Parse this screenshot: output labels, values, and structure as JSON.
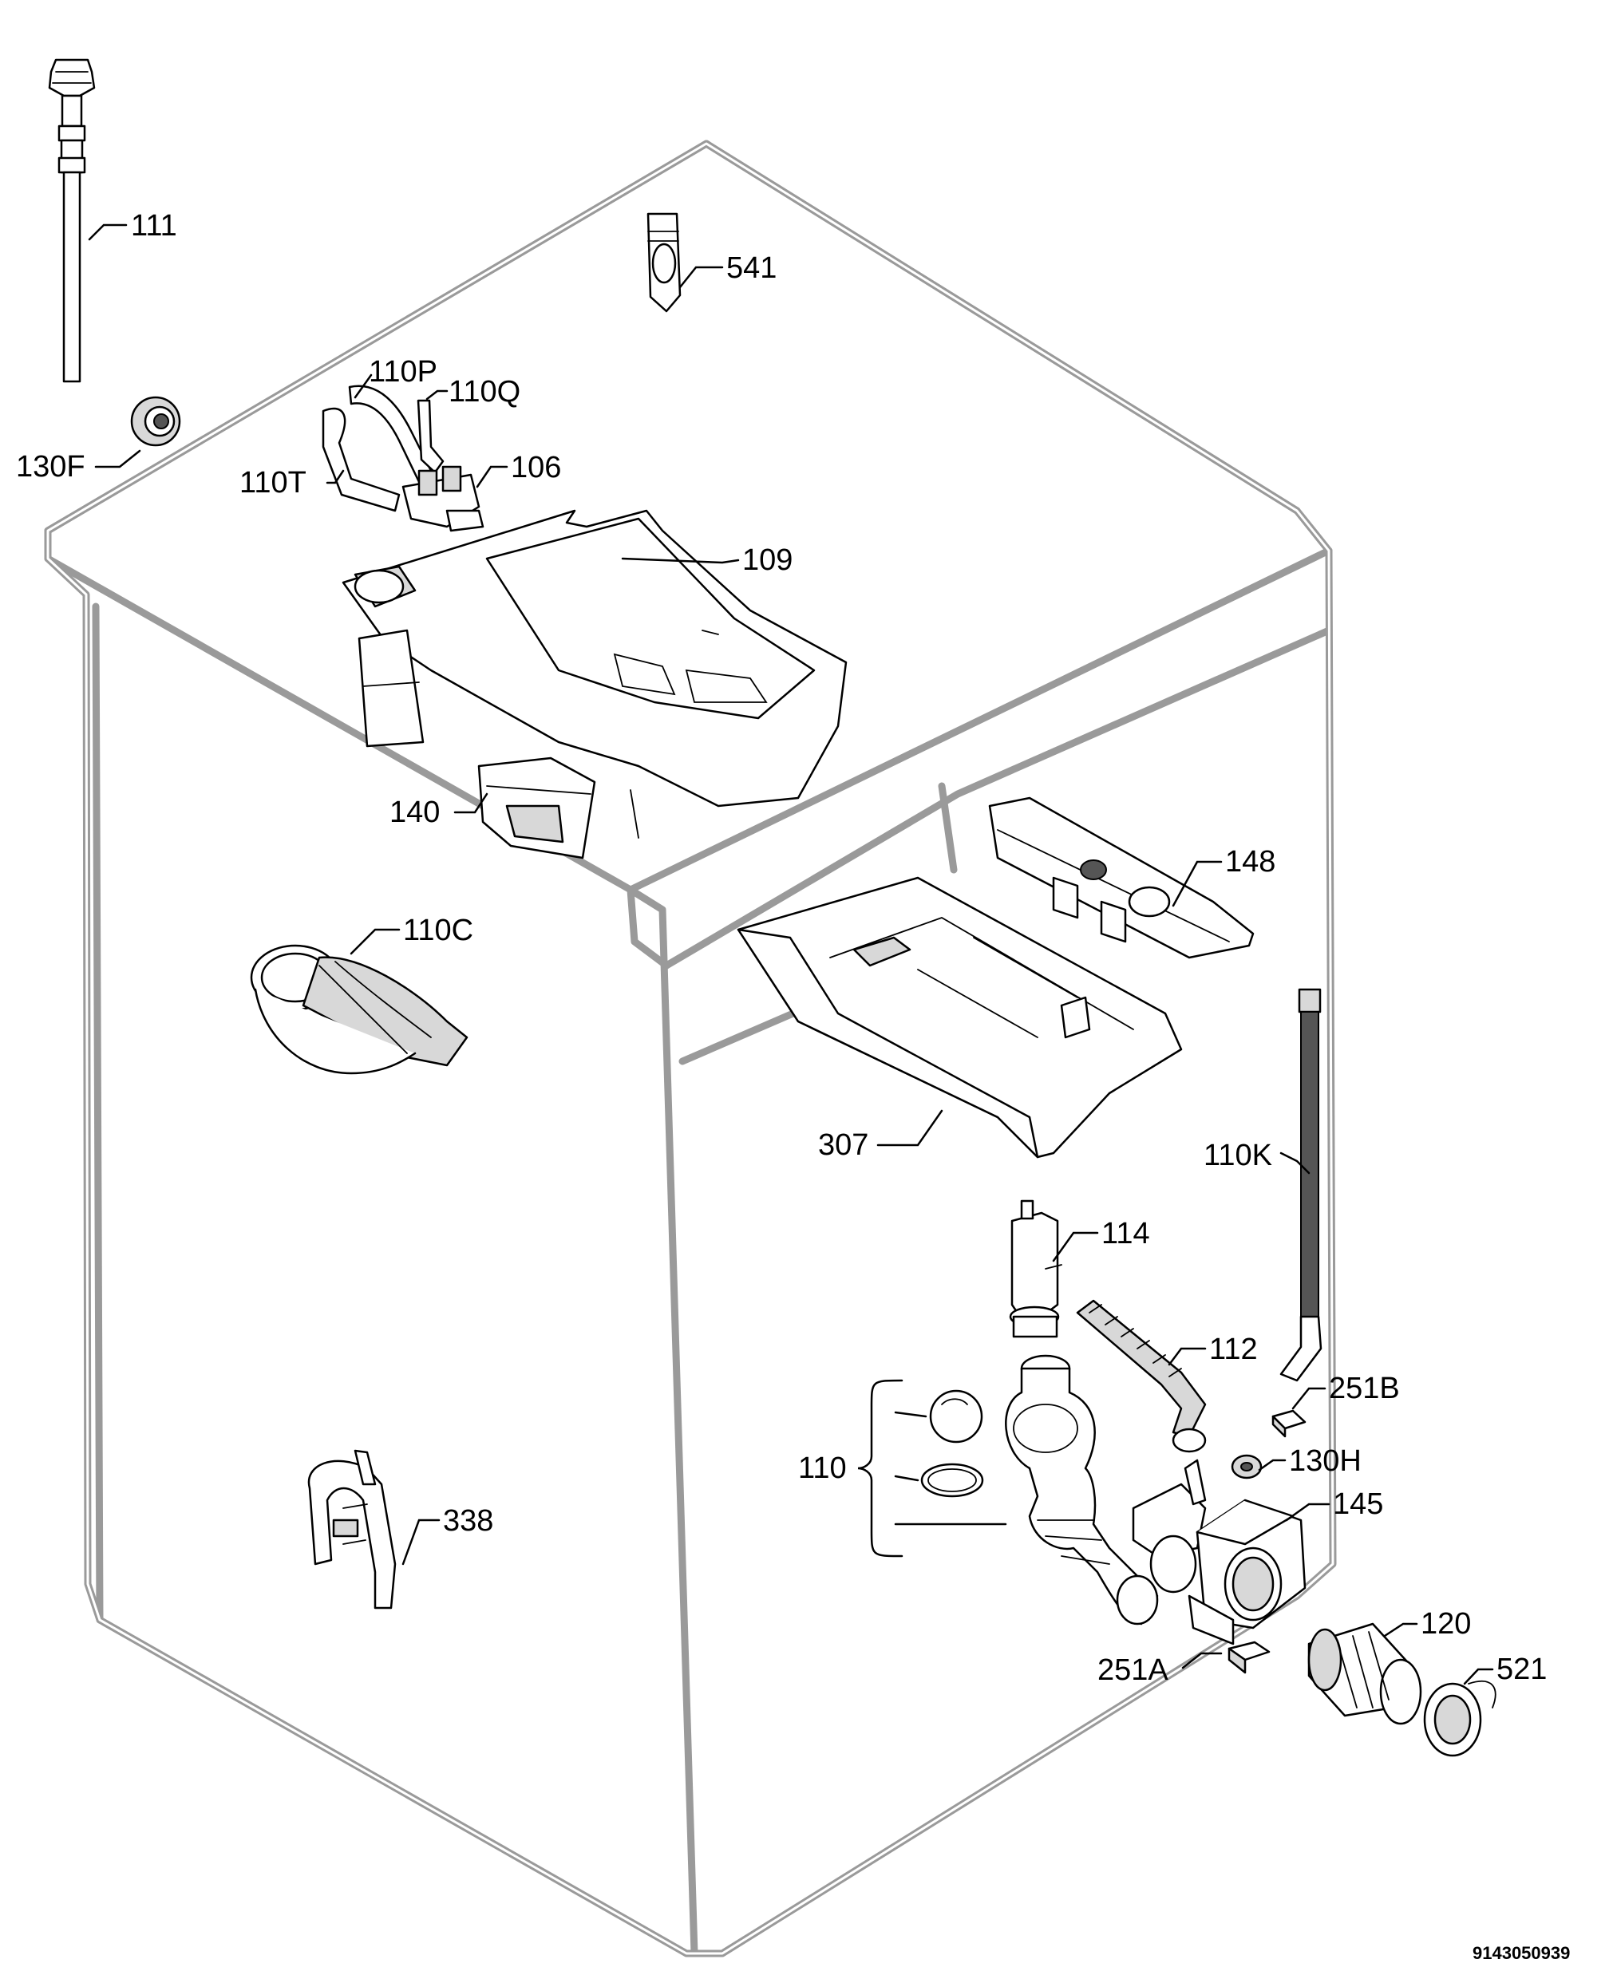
{
  "diagram": {
    "doc_number": "9143050939",
    "callouts": [
      {
        "id": "c111",
        "label": "111"
      },
      {
        "id": "c541",
        "label": "541"
      },
      {
        "id": "c110P",
        "label": "110P"
      },
      {
        "id": "c110Q",
        "label": "110Q"
      },
      {
        "id": "c130F",
        "label": "130F"
      },
      {
        "id": "c110T",
        "label": "110T"
      },
      {
        "id": "c106",
        "label": "106"
      },
      {
        "id": "c109",
        "label": "109"
      },
      {
        "id": "c140",
        "label": "140"
      },
      {
        "id": "c148",
        "label": "148"
      },
      {
        "id": "c110C",
        "label": "110C"
      },
      {
        "id": "c307",
        "label": "307"
      },
      {
        "id": "c110K",
        "label": "110K"
      },
      {
        "id": "c114",
        "label": "114"
      },
      {
        "id": "c112",
        "label": "112"
      },
      {
        "id": "c251B",
        "label": "251B"
      },
      {
        "id": "c110",
        "label": "110"
      },
      {
        "id": "c130H",
        "label": "130H"
      },
      {
        "id": "c145",
        "label": "145"
      },
      {
        "id": "c338",
        "label": "338"
      },
      {
        "id": "c120",
        "label": "120"
      },
      {
        "id": "c251A",
        "label": "251A"
      },
      {
        "id": "c521",
        "label": "521"
      }
    ]
  }
}
